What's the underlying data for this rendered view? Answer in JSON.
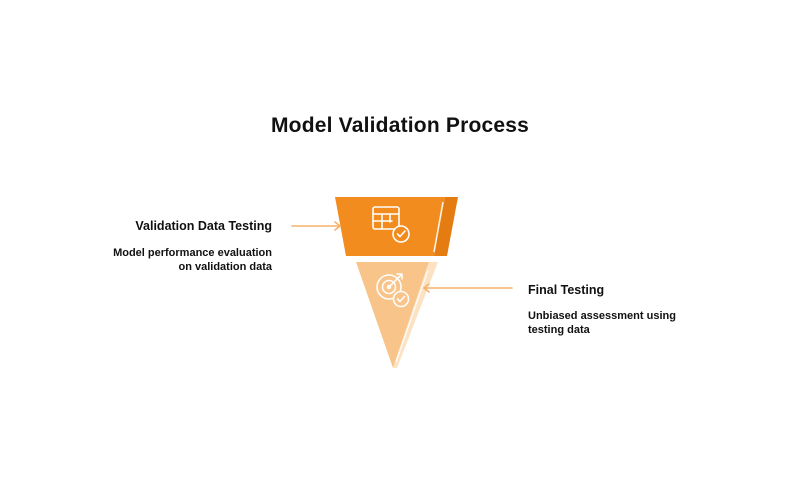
{
  "title": "Model Validation Process",
  "stages": [
    {
      "title": "Validation Data Testing",
      "description": "Model performance evaluation on validation data",
      "icon": "table-check-icon",
      "color": "#F28C1E"
    },
    {
      "title": "Final Testing",
      "description": "Unbiased assessment using testing data",
      "icon": "target-check-icon",
      "color": "#F8C48A"
    }
  ],
  "colors": {
    "accent": "#F28C1E",
    "accent_dark": "#E47C12",
    "light": "#F8C48A",
    "light_side": "#FCE2C2",
    "connector": "#F6B26B",
    "text": "#111111"
  }
}
